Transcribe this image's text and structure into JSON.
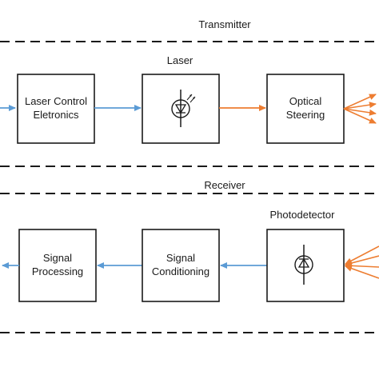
{
  "colors": {
    "blue": "#5b9bd5",
    "orange": "#ed7d31",
    "ink": "#1a1a1a"
  },
  "transmitter": {
    "section_label": "Transmitter",
    "component_label": "Laser",
    "laser_control": {
      "line1": "Laser Control",
      "line2": "Eletronics"
    },
    "optical_steering": {
      "line1": "Optical",
      "line2": "Steering"
    },
    "laser_icon": "laser-diode-icon"
  },
  "receiver": {
    "section_label": "Receiver",
    "component_label": "Photodetector",
    "signal_processing": {
      "line1": "Signal",
      "line2": "Processing"
    },
    "signal_conditioning": {
      "line1": "Signal",
      "line2": "Conditioning"
    },
    "photodetector_icon": "photodiode-icon"
  }
}
